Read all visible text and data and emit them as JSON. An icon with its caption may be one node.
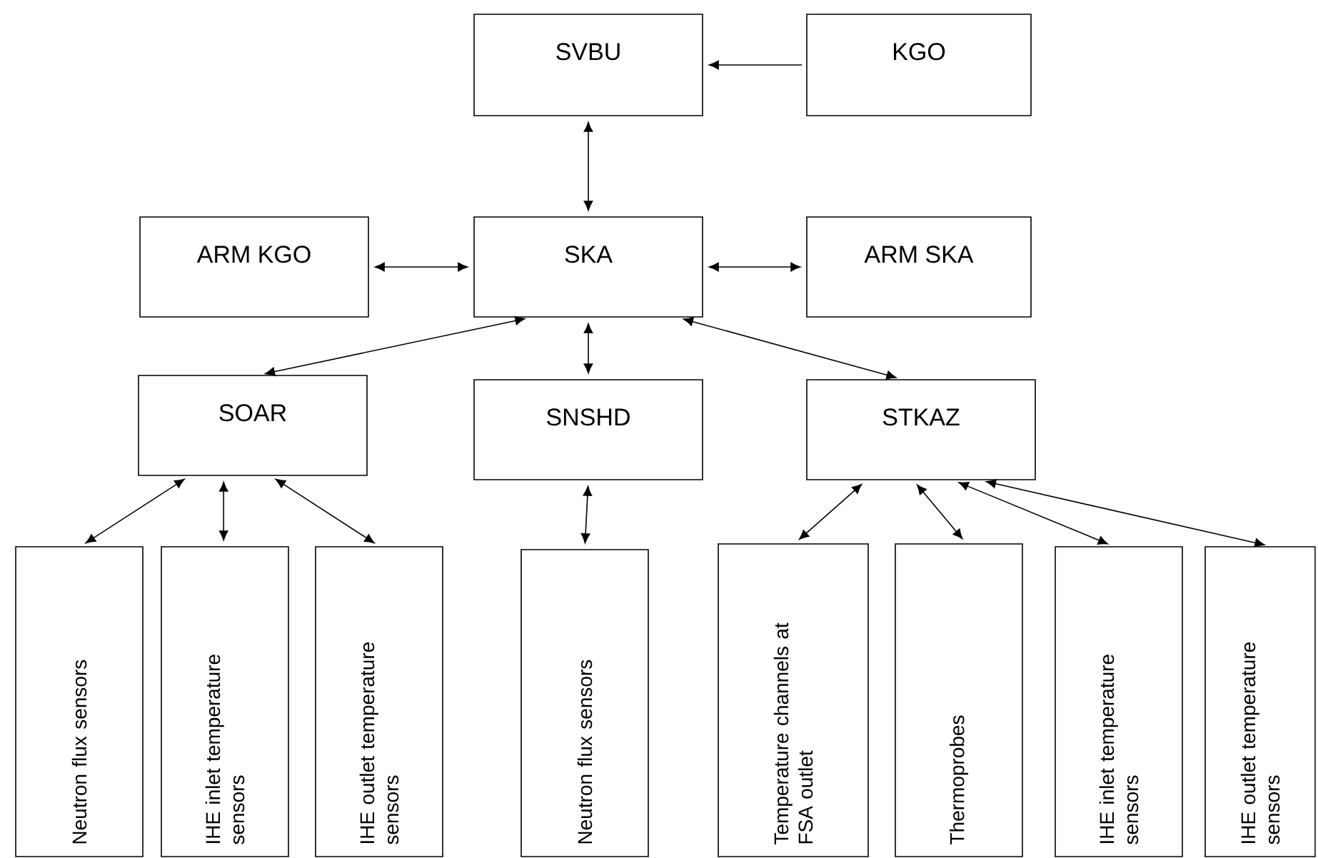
{
  "diagram": {
    "nodes": [
      {
        "text": [
          "SVBU"
        ]
      },
      {
        "text": [
          "KGO"
        ]
      },
      {
        "text": [
          "ARM KGO"
        ]
      },
      {
        "text": [
          "SKA"
        ]
      },
      {
        "text": [
          "ARM SKA"
        ]
      },
      {
        "text": [
          "SOAR"
        ]
      },
      {
        "text": [
          "SNSHD"
        ]
      },
      {
        "text": [
          "STKAZ"
        ]
      },
      {
        "text": [
          "Neutron flux sensors"
        ]
      },
      {
        "text": [
          "IHE inlet temperature sensors"
        ]
      },
      {
        "text": [
          "IHE outlet temperature sensors"
        ]
      },
      {
        "text": [
          "Neutron flux sensors"
        ]
      },
      {
        "text": [
          "Temperature channels at FSA outlet"
        ]
      },
      {
        "text": [
          "Thermoprobes"
        ]
      },
      {
        "text": [
          "IHE inlet temperature sensors"
        ]
      },
      {
        "text": [
          "IHE outlet temperature sensors"
        ]
      }
    ],
    "edges": [
      {
        "from": 1,
        "to": 0,
        "arrow": "to"
      },
      {
        "from": 0,
        "to": 3,
        "arrow": "both"
      },
      {
        "from": 3,
        "to": 2,
        "arrow": "both"
      },
      {
        "from": 3,
        "to": 4,
        "arrow": "both"
      },
      {
        "from": 3,
        "to": 5,
        "arrow": "both"
      },
      {
        "from": 3,
        "to": 6,
        "arrow": "both"
      },
      {
        "from": 3,
        "to": 7,
        "arrow": "both"
      },
      {
        "from": 5,
        "to": 8,
        "arrow": "both"
      },
      {
        "from": 5,
        "to": 9,
        "arrow": "both"
      },
      {
        "from": 5,
        "to": 10,
        "arrow": "both"
      },
      {
        "from": 6,
        "to": 11,
        "arrow": "both"
      },
      {
        "from": 7,
        "to": 12,
        "arrow": "both"
      },
      {
        "from": 7,
        "to": 13,
        "arrow": "both"
      },
      {
        "from": 7,
        "to": 14,
        "arrow": "both"
      },
      {
        "from": 7,
        "to": 15,
        "arrow": "both"
      }
    ]
  }
}
